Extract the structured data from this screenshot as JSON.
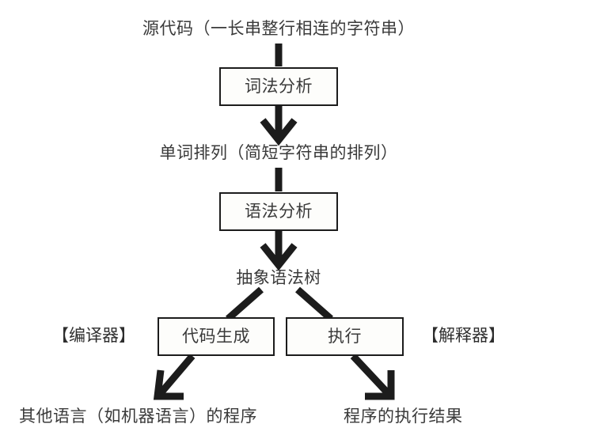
{
  "diagram": {
    "title_text": "源代码（一长串整行相连的字符串）",
    "stages": [
      {
        "id": "source-code",
        "label": "源代码（一长串整行相连的字符串）",
        "kind": "text"
      },
      {
        "id": "lexical-analysis",
        "label": "词法分析",
        "kind": "process"
      },
      {
        "id": "token-sequence",
        "label": "单词排列（简短字符串的排列）",
        "kind": "text"
      },
      {
        "id": "syntax-analysis",
        "label": "语法分析",
        "kind": "process"
      },
      {
        "id": "abstract-syntax-tree",
        "label": "抽象语法树",
        "kind": "text"
      },
      {
        "id": "code-generation",
        "label": "代码生成",
        "kind": "process"
      },
      {
        "id": "execution",
        "label": "执行",
        "kind": "process"
      },
      {
        "id": "other-language-program",
        "label": "其他语言（如机器语言）的程序",
        "kind": "text"
      },
      {
        "id": "execution-result",
        "label": "程序的执行结果",
        "kind": "text"
      }
    ],
    "side_labels": {
      "compiler": "【编译器】",
      "interpreter": "【解释器】"
    },
    "colors": {
      "background": "#ffffff",
      "box_border": "#1c1c1c",
      "box_fill": "#fdfdfb",
      "text": "#3a3a3a",
      "arrow": "#1c1c1c"
    },
    "connectors": [
      {
        "id": "arrow-source-to-lexical",
        "from": "source-code",
        "to": "lexical-analysis",
        "style": "vertical-arrow"
      },
      {
        "id": "arrow-lexical-to-tokens",
        "from": "lexical-analysis",
        "to": "token-sequence",
        "style": "vertical-arrow"
      },
      {
        "id": "arrow-tokens-to-syntax",
        "from": "token-sequence",
        "to": "syntax-analysis",
        "style": "vertical-arrow"
      },
      {
        "id": "arrow-syntax-to-ast",
        "from": "syntax-analysis",
        "to": "abstract-syntax-tree",
        "style": "vertical-arrow"
      },
      {
        "id": "line-ast-to-codegen",
        "from": "abstract-syntax-tree",
        "to": "code-generation",
        "style": "diagonal-line"
      },
      {
        "id": "line-ast-to-execution",
        "from": "abstract-syntax-tree",
        "to": "execution",
        "style": "diagonal-line"
      },
      {
        "id": "arrow-codegen-to-program",
        "from": "code-generation",
        "to": "other-language-program",
        "style": "diagonal-arrow"
      },
      {
        "id": "arrow-execution-to-result",
        "from": "execution",
        "to": "execution-result",
        "style": "diagonal-arrow"
      }
    ]
  }
}
